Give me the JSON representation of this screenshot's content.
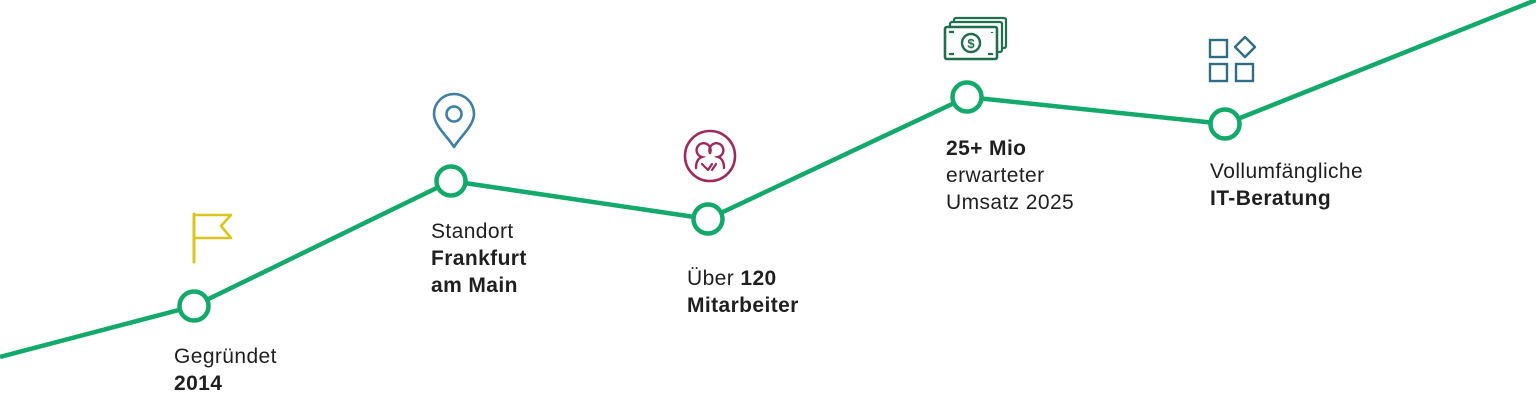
{
  "timeline": {
    "line_color": "#12a96a",
    "milestones": [
      {
        "id": "founded",
        "icon": "flag-icon",
        "icon_color": "#d9c51e",
        "lines": [
          {
            "text": "Gegründet",
            "bold": false
          },
          {
            "text": "2014",
            "bold": true
          }
        ]
      },
      {
        "id": "location",
        "icon": "map-pin-icon",
        "icon_color": "#3f7fa3",
        "lines": [
          {
            "text": "Standort",
            "bold": false
          },
          {
            "text": "Frankfurt",
            "bold": true
          },
          {
            "text": "am Main",
            "bold": true
          }
        ]
      },
      {
        "id": "employees",
        "icon": "people-icon",
        "icon_color": "#9c2a5c",
        "line1_prefix": "Über ",
        "line1_bold": "120",
        "line2": "Mitarbeiter"
      },
      {
        "id": "revenue",
        "icon": "money-icon",
        "icon_color": "#1f6f4e",
        "lines": [
          {
            "text": "25+ Mio",
            "bold": true
          },
          {
            "text": "erwarteter",
            "bold": false
          },
          {
            "text": "Umsatz 2025",
            "bold": false
          }
        ]
      },
      {
        "id": "consulting",
        "icon": "apps-icon",
        "icon_color": "#2f6d84",
        "lines": [
          {
            "text": "Vollumfängliche",
            "bold": false
          },
          {
            "text": "IT-Beratung",
            "bold": true
          }
        ]
      }
    ]
  }
}
